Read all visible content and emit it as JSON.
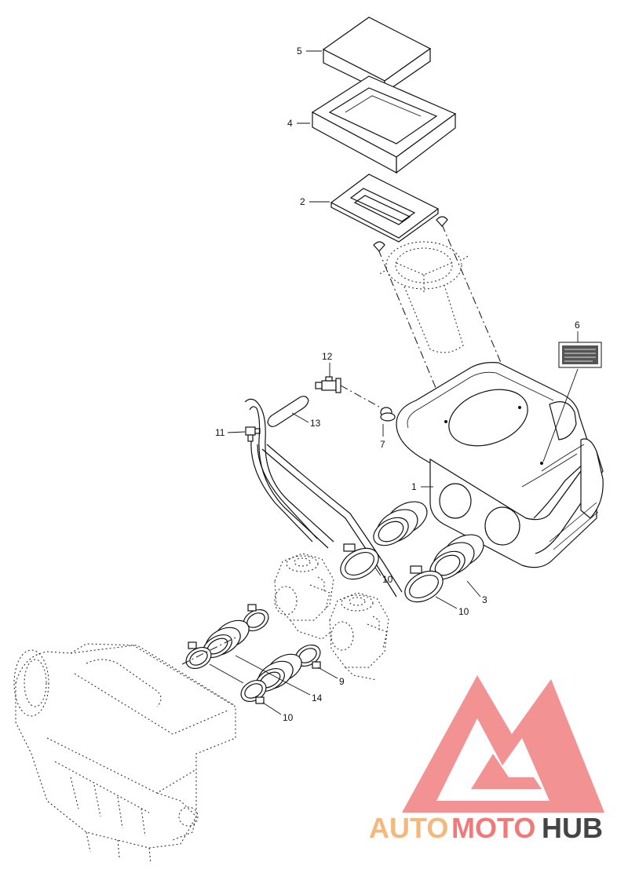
{
  "callouts": [
    {
      "id": "c1",
      "text": "1"
    },
    {
      "id": "c2",
      "text": "2"
    },
    {
      "id": "c3",
      "text": "3"
    },
    {
      "id": "c4",
      "text": "4"
    },
    {
      "id": "c5",
      "text": "5"
    },
    {
      "id": "c6",
      "text": "6"
    },
    {
      "id": "c7",
      "text": "7"
    },
    {
      "id": "c9",
      "text": "9"
    },
    {
      "id": "c10a",
      "text": "10"
    },
    {
      "id": "c10b",
      "text": "10"
    },
    {
      "id": "c10c",
      "text": "10"
    },
    {
      "id": "c11",
      "text": "11"
    },
    {
      "id": "c12",
      "text": "12"
    },
    {
      "id": "c13",
      "text": "13"
    },
    {
      "id": "c14",
      "text": "14"
    }
  ],
  "watermark": {
    "part1": "AUTO",
    "part2": "MOTO",
    "part3": "HUB",
    "color1": "#f5b87a",
    "color2": "#f07a7a",
    "color3": "#444444"
  }
}
